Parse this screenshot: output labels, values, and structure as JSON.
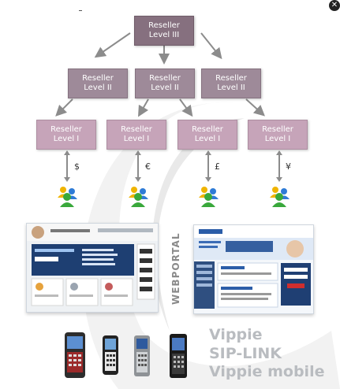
{
  "hierarchy": {
    "level3": {
      "line1": "Reseller",
      "line2": "Level III"
    },
    "level2": [
      {
        "line1": "Reseller",
        "line2": "Level II"
      },
      {
        "line1": "Reseller",
        "line2": "Level II"
      },
      {
        "line1": "Reseller",
        "line2": "Level II"
      }
    ],
    "level1": [
      {
        "line1": "Reseller",
        "line2": "Level I",
        "currency": "$"
      },
      {
        "line1": "Reseller",
        "line2": "Level I",
        "currency": "€"
      },
      {
        "line1": "Reseller",
        "line2": "Level I",
        "currency": "£"
      },
      {
        "line1": "Reseller",
        "line2": "Level I",
        "currency": "¥"
      }
    ]
  },
  "webportal_label": "WEBPORTAL",
  "products": [
    "Vippie",
    "SIP-LINK",
    "Vippie mobile"
  ],
  "icons": {
    "customers": "users-group-icon",
    "close": "close-icon",
    "phones": "mobile-phone-icon"
  },
  "colors": {
    "level3": "#86707f",
    "level2": "#9e8a99",
    "level1": "#c6a4b9",
    "product_text": "#b9bcc0"
  }
}
